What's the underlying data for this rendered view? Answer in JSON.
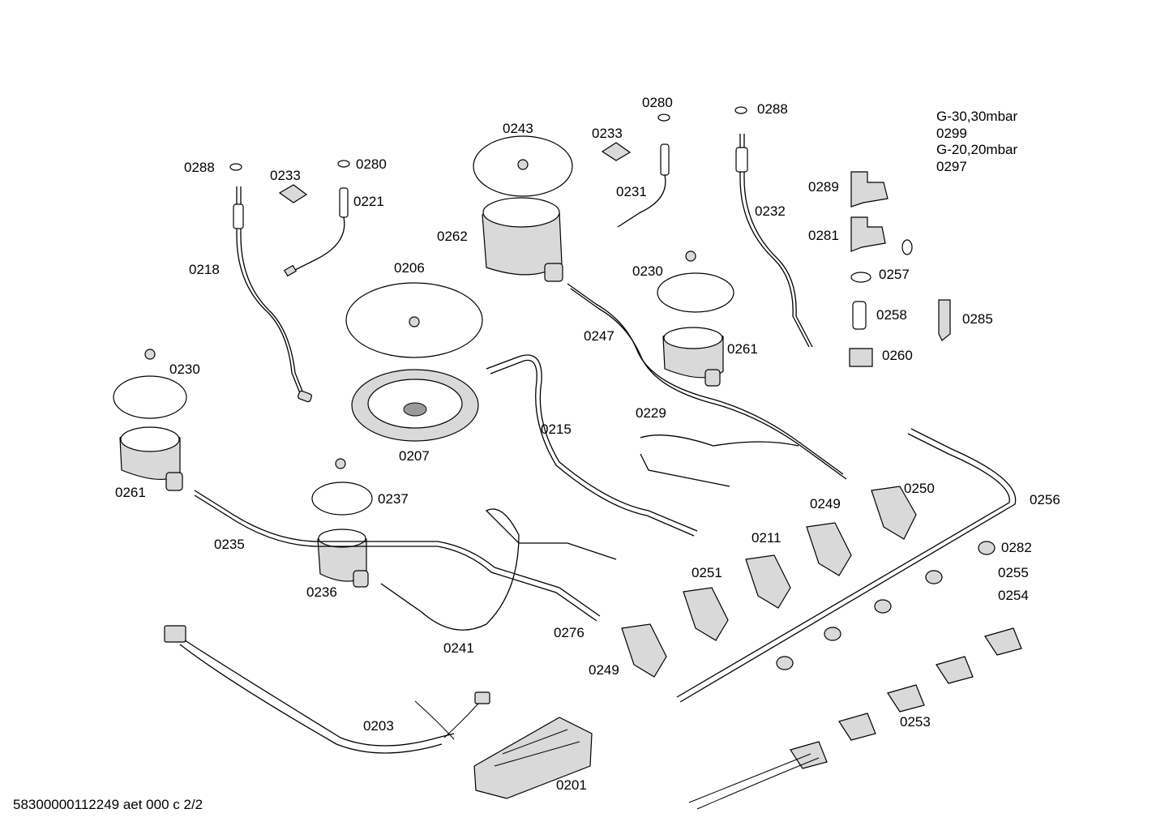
{
  "legend": {
    "line1": "G-30,30mbar",
    "line2": "0299",
    "line3": "G-20,20mbar",
    "line4": "0297"
  },
  "footer": "58300000112249 aet 000 c 2/2",
  "labels": {
    "l0288a": "0288",
    "l0233a": "0233",
    "l0280a": "0280",
    "l0221": "0221",
    "l0218": "0218",
    "l0243": "0243",
    "l0233b": "0233",
    "l0280b": "0280",
    "l0288b": "0288",
    "l0231": "0231",
    "l0232": "0232",
    "l0262": "0262",
    "l0206": "0206",
    "l0230a": "0230",
    "l0230b": "0230",
    "l0247": "0247",
    "l0261a": "0261",
    "l0261b": "0261",
    "l0289": "0289",
    "l0281": "0281",
    "l0257": "0257",
    "l0258": "0258",
    "l0285": "0285",
    "l0260": "0260",
    "l0215": "0215",
    "l0229": "0229",
    "l0207": "0207",
    "l0237": "0237",
    "l0235": "0235",
    "l0236": "0236",
    "l0250": "0250",
    "l0256": "0256",
    "l0249a": "0249",
    "l0211": "0211",
    "l0251": "0251",
    "l0282": "0282",
    "l0255": "0255",
    "l0254": "0254",
    "l0276": "0276",
    "l0241": "0241",
    "l0249b": "0249",
    "l0253": "0253",
    "l0203": "0203",
    "l0201": "0201"
  }
}
